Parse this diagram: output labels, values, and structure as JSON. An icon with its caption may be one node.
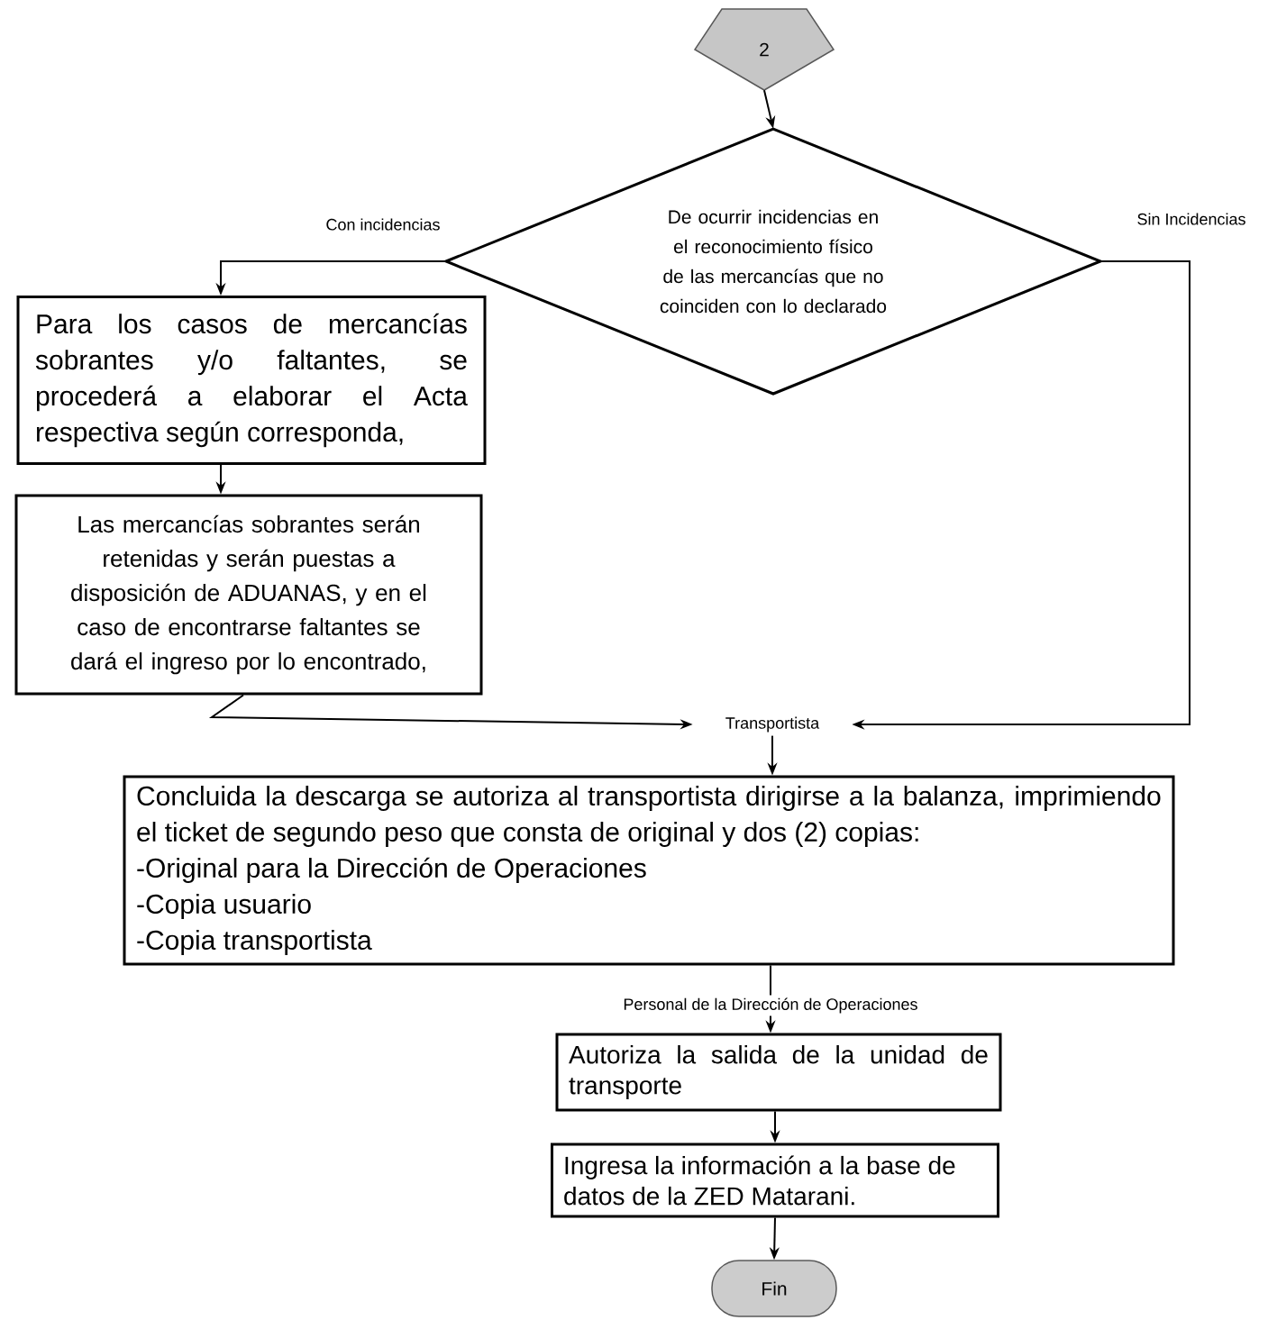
{
  "diagram": {
    "nodes": [
      {
        "text": [
          "2"
        ]
      },
      {
        "text": [
          "De ocurrir incidencias en el reconocimiento físico de las mercancías que no coinciden con lo declarado"
        ]
      },
      {
        "text": [
          "Para los casos de mercancías sobrantes y/o faltantes, se procederá a elaborar el Acta respectiva según corresponda,"
        ]
      },
      {
        "text": [
          "Las mercancías sobrantes serán retenidas y serán puestas a disposición de ADUANAS, y en el caso de encontrarse faltantes se dará el ingreso por lo encontrado,"
        ]
      },
      {
        "text": [
          "Transportista"
        ]
      },
      {
        "text": [
          "Concluida la descarga se autoriza al transportista dirigirse a la balanza, imprimiendo el ticket de segundo peso que consta de original y dos (2) copias:",
          "-Original para la Dirección de Operaciones",
          "-Copia usuario",
          "-Copia transportista"
        ]
      },
      {
        "text": [
          "Autoriza la salida de la unidad de transporte"
        ]
      },
      {
        "text": [
          "Ingresa la información a la base de datos de la ZED Matarani."
        ]
      },
      {
        "text": [
          "Fin"
        ]
      }
    ],
    "edges": [
      {
        "from": 0,
        "to": 1,
        "arrow": "to"
      },
      {
        "from": 1,
        "to": 2,
        "arrow": "to",
        "label": "Con incidencias"
      },
      {
        "from": 1,
        "to": 4,
        "arrow": "to",
        "label": "Sin Incidencias"
      },
      {
        "from": 2,
        "to": 3,
        "arrow": "to"
      },
      {
        "from": 3,
        "to": 4,
        "arrow": "to"
      },
      {
        "from": 4,
        "to": 5,
        "arrow": "to"
      },
      {
        "from": 5,
        "to": 6,
        "arrow": "to",
        "label": "Personal de la Dirección de Operaciones"
      },
      {
        "from": 6,
        "to": 7,
        "arrow": "to"
      },
      {
        "from": 7,
        "to": 8,
        "arrow": "to"
      }
    ]
  }
}
